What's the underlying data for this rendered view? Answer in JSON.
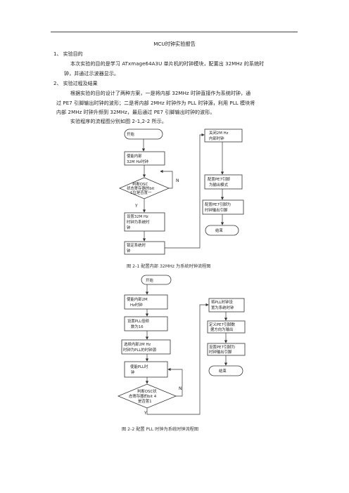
{
  "title": "MCU时钟实验报告",
  "section1": {
    "heading": "1、 实验目的",
    "lines": [
      "本次实验的目的是学习 ATxmage64A3U 单片机的时钟模块，配置出 32MHz 的系统时",
      "钟，并通过示波器显示。"
    ]
  },
  "section2": {
    "heading": "2、 实验过程及结果",
    "lines": [
      "根据实验的目的设计了两种方案，一是将内部 32MHz 时钟直接作为系统时钟，通",
      "过 PE7 引脚输出时钟的波形；二是将内部 2MHz 时钟作为 PLL 时钟源，利用 PLL 模块将",
      "内部 2MHz 时钟升频到 32MHz，最后通过 PE7 引脚输出时钟的波形。",
      "实验程序的流程图分别如图 2-1,2-2 所示。"
    ]
  },
  "flow1": {
    "caption": "图 2-1 配置内部 32MHz 为系统时钟流程图",
    "start": "开始",
    "enable": [
      "使能内部",
      "32M Hz时钟"
    ],
    "check": [
      "判断OSC",
      "状态寄存器的bit",
      "1位是否置一"
    ],
    "no_label": "N",
    "yes_label": "Y",
    "set_sys": [
      "设置32M Hz",
      "时钟为系统时",
      "钟"
    ],
    "lock": [
      "锁定系统时",
      "钟"
    ],
    "disable2m": [
      "关闭2M Hz",
      "内部时钟"
    ],
    "pe7_mode": [
      "配置PE7引脚",
      "为输出模式"
    ],
    "pe7_out": [
      "配置PE7引脚为",
      "时钟输出引脚"
    ],
    "end": "结束"
  },
  "flow2": {
    "caption": "图 2-2 配置 PLL 时钟为系统时钟流程图",
    "start": "开始",
    "enable2m": [
      "使能内部2M",
      "Hz时钟"
    ],
    "pll_mul": [
      "设置PLL倍频",
      "数为16"
    ],
    "pll_src": [
      "选择内部2M Hz",
      "时钟为PLL的时钟源"
    ],
    "pll_en": [
      "使能PLL时",
      "钟"
    ],
    "check": [
      "判断OSC状",
      "态寄存器的bit 4",
      "是否置1"
    ],
    "no_label": "N",
    "yes_label": "Y",
    "pll_sys": [
      "将PLL时钟设",
      "置为系统时钟"
    ],
    "pe7_dir": [
      "定义PE7引脚数",
      "据方向为输出"
    ],
    "pe7_out": [
      "设置PE7引脚为",
      "时钟输出引脚"
    ],
    "end": "结束"
  }
}
